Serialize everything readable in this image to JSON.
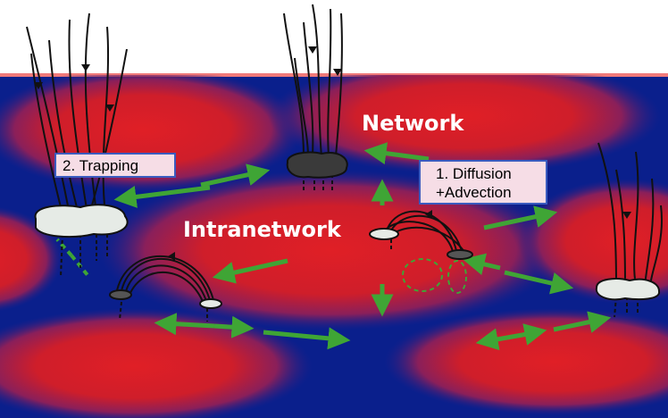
{
  "labels": {
    "network": "Network",
    "intranetwork": "Intranetwork",
    "trapping": "2. Trapping",
    "diffusion_line1": "1. Diffusion",
    "diffusion_line2": "+Advection"
  },
  "colors": {
    "background": "#0a1f8c",
    "cell_red": "#d8222a",
    "arrow_green": "#3fa535",
    "patch_white": "#e8ece8",
    "patch_dark": "#3a3a3a",
    "label_box_fill": "#f6dde6",
    "label_box_border": "#3a5bbf"
  }
}
